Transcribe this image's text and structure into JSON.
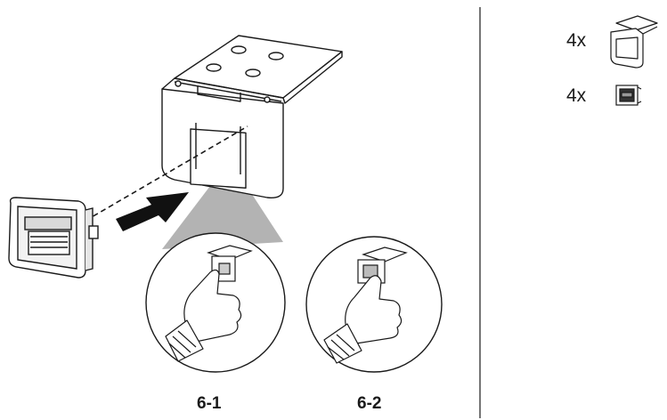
{
  "parts": {
    "bracket_quantity": "4x",
    "reader_quantity": "4x"
  },
  "steps": {
    "step_1": "6-1",
    "step_2": "6-2"
  },
  "colors": {
    "line": "#1a1a1a",
    "cone": "#b3b3b3",
    "arrow": "#111111",
    "fill": "#ffffff"
  },
  "icons": {
    "bracket": "mounting-bracket-icon",
    "reader": "card-reader-icon",
    "arrow": "insert-arrow-icon",
    "hand": "gloved-hand-icon"
  }
}
